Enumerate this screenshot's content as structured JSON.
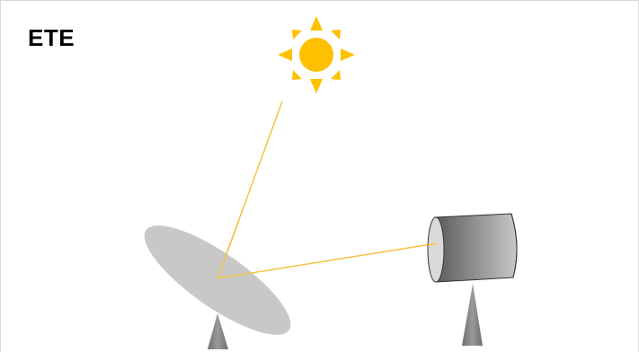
{
  "title": "ETE",
  "colors": {
    "sun": "#ffc000",
    "ray": "#f5c242",
    "mirror": "#c8c8c8",
    "stand": "#7f7f7f",
    "receiver_dark": "#5a5a5a",
    "receiver_light": "#c8c8c8",
    "receiver_face": "#d9d9d9"
  },
  "icons": {
    "sun": "sun-icon",
    "mirror": "reflector-dish",
    "receiver": "receiver-cylinder"
  }
}
